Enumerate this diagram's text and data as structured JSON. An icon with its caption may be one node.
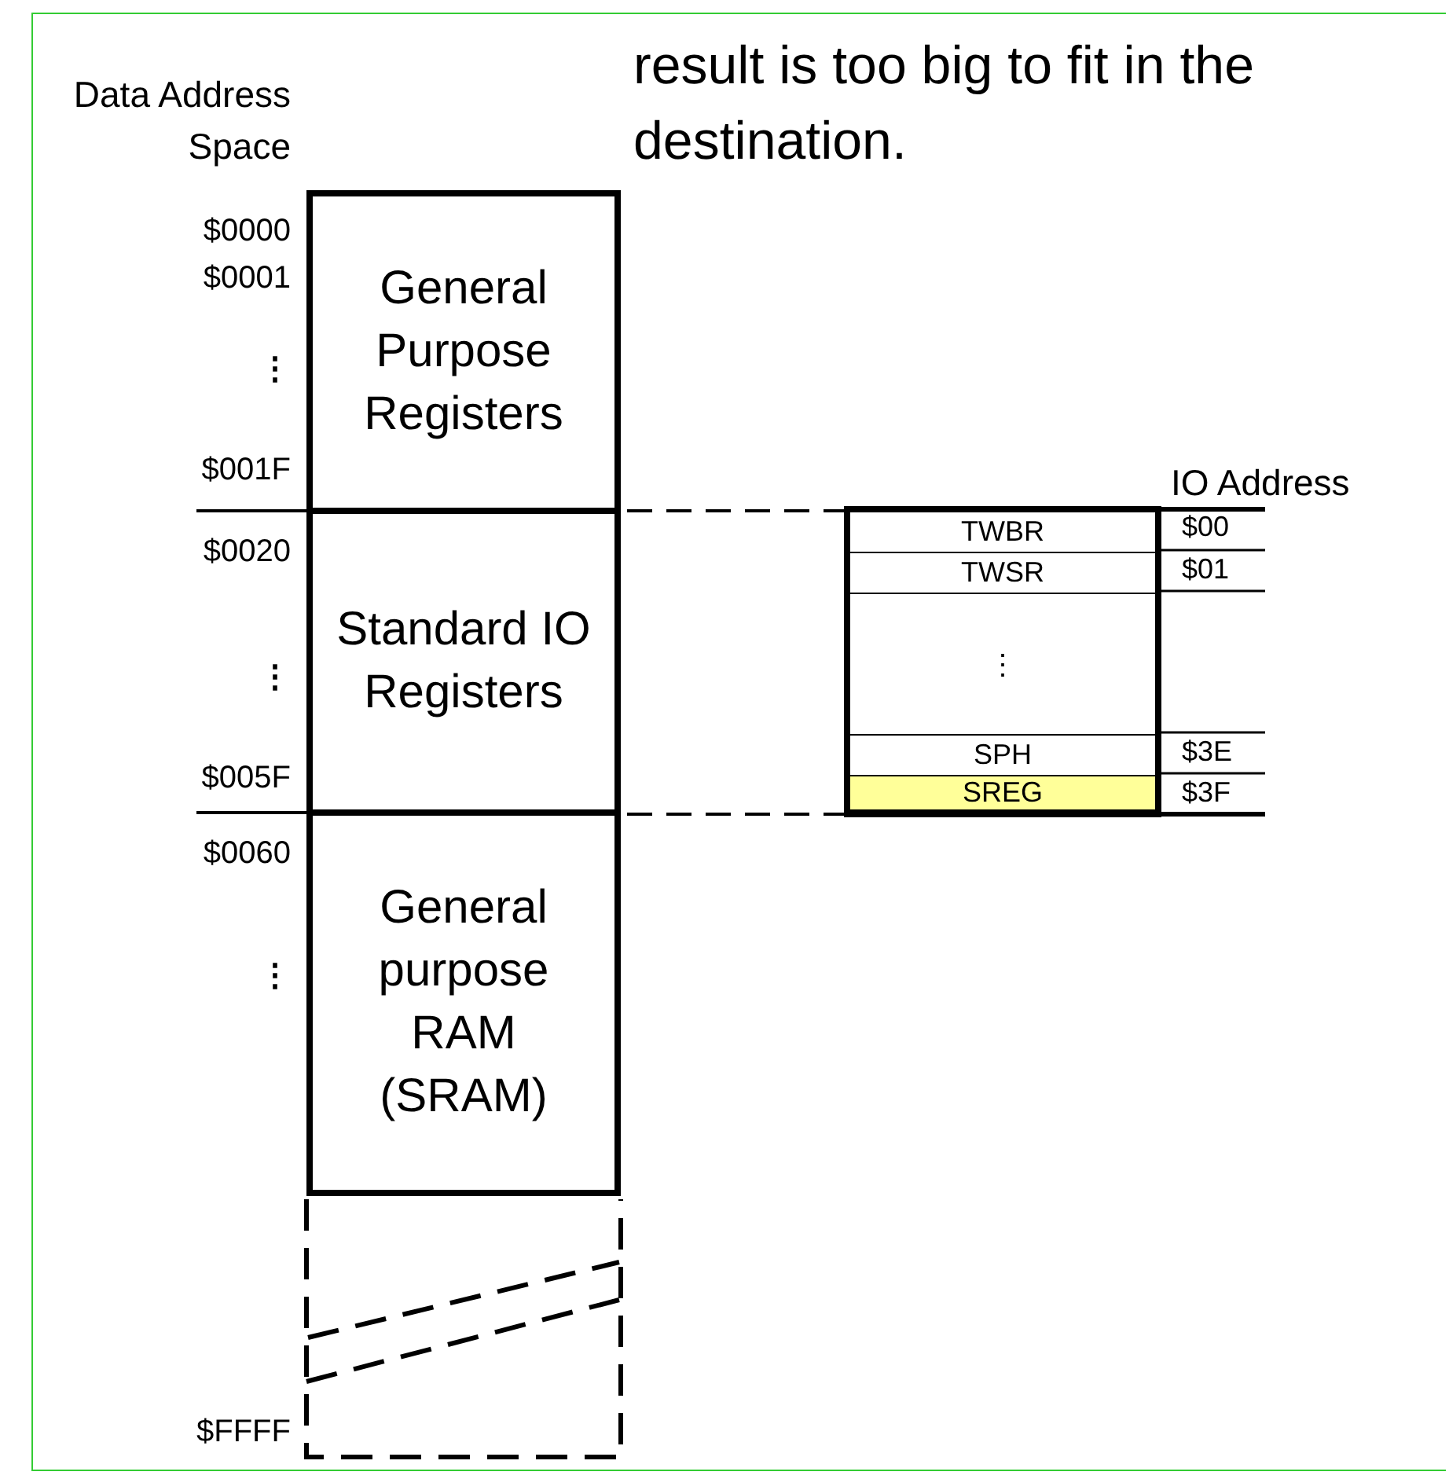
{
  "diagram": {
    "nodes": [
      {
        "text": [
          "General Purpose Registers"
        ]
      },
      {
        "text": [
          "Standard IO Registers"
        ]
      },
      {
        "text": [
          "General purpose RAM (SRAM)"
        ]
      },
      {
        "text": [],
        "shape": "box"
      },
      {
        "text": [],
        "shape": "box"
      },
      {
        "text": [
          "TWBR"
        ],
        "in": 4
      },
      {
        "text": [
          "TWSR"
        ],
        "in": 4
      },
      {
        "text": [
          "⋮"
        ],
        "in": 4
      },
      {
        "text": [
          "SPH"
        ],
        "in": 4
      },
      {
        "text": [
          "SREG"
        ],
        "in": 4
      }
    ],
    "edges": [
      {
        "from": 1,
        "to": 4,
        "arrow": "none",
        "style": "dashed"
      },
      {
        "from": 1,
        "to": 4,
        "arrow": "none",
        "style": "dashed"
      }
    ],
    "labels": [
      "result is too big to fit in the destination.",
      "Data Address Space",
      "$0000",
      "$0001",
      "⋮",
      "$001F",
      "$0020",
      "⋮",
      "$005F",
      "$0060",
      "⋮",
      "$FFFF",
      "IO Address",
      "$00",
      "$01",
      "$3E",
      "$3F"
    ]
  }
}
